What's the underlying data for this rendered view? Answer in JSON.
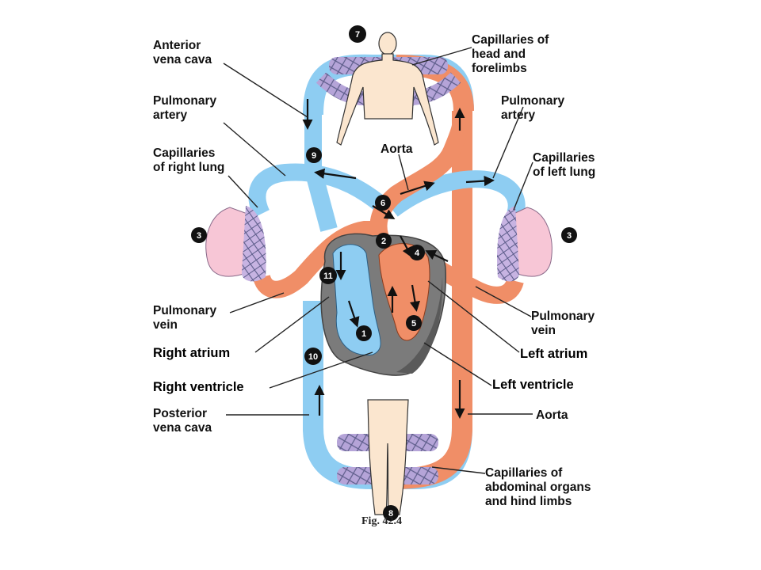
{
  "colors": {
    "deoxygenated": "#8ecdf2",
    "oxygenated": "#f08e67",
    "capillary_bed": "#b5a4d8",
    "lung": "#f7c6d6",
    "body": "#fbe6cf",
    "heart_muscle": "#7b7b7b",
    "heart_shadow": "#5a5a5a",
    "step_marker": "#111111",
    "text": "#111111"
  },
  "labels": {
    "anterior_vena_cava": [
      "Anterior",
      "vena cava"
    ],
    "pulmonary_artery_left_side": [
      "Pulmonary",
      "artery"
    ],
    "capillaries_right_lung": [
      "Capillaries",
      "of right lung"
    ],
    "pulmonary_vein_left_side": [
      "Pulmonary",
      "vein"
    ],
    "right_atrium": "Right atrium",
    "right_ventricle": "Right ventricle",
    "posterior_vena_cava": [
      "Posterior",
      "vena cava"
    ],
    "capillaries_head": [
      "Capillaries of",
      "head and",
      "forelimbs"
    ],
    "pulmonary_artery_right_side": [
      "Pulmonary",
      "artery"
    ],
    "capillaries_left_lung": [
      "Capillaries",
      "of left lung"
    ],
    "pulmonary_vein_right_side": [
      "Pulmonary",
      "vein"
    ],
    "left_atrium": "Left atrium",
    "left_ventricle": "Left ventricle",
    "aorta_lower": "Aorta",
    "aorta_upper": "Aorta",
    "capillaries_abdominal": [
      "Capillaries of",
      "abdominal organs",
      "and hind limbs"
    ]
  },
  "step_markers": [
    "7",
    "9",
    "6",
    "2",
    "4",
    "3",
    "3",
    "11",
    "5",
    "1",
    "10",
    "8"
  ],
  "figure_caption": "Fig. 42.4"
}
